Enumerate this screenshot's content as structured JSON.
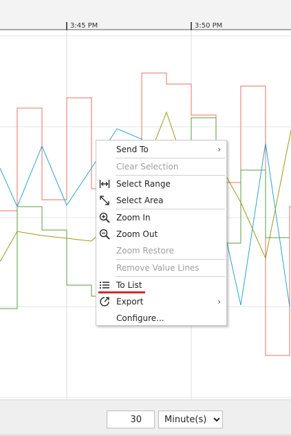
{
  "time_axis": {
    "labels": [
      "3:45 PM",
      "3:50 PM"
    ]
  },
  "period": {
    "value": "30",
    "unit": "Minute(s)",
    "unit_options": [
      "Minute(s)"
    ]
  },
  "context_menu": {
    "items": [
      {
        "label": "Send To",
        "disabled": false,
        "submenu": true,
        "icon": ""
      },
      {
        "label": "Clear Selection",
        "disabled": true,
        "submenu": false,
        "icon": ""
      },
      {
        "label": "Select Range",
        "disabled": false,
        "submenu": false,
        "icon": "select-range-icon"
      },
      {
        "label": "Select Area",
        "disabled": false,
        "submenu": false,
        "icon": "select-area-icon"
      },
      {
        "label": "Zoom In",
        "disabled": false,
        "submenu": false,
        "icon": "zoom-in-icon"
      },
      {
        "label": "Zoom Out",
        "disabled": false,
        "submenu": false,
        "icon": "zoom-out-icon"
      },
      {
        "label": "Zoom Restore",
        "disabled": true,
        "submenu": false,
        "icon": ""
      },
      {
        "label": "Remove Value Lines",
        "disabled": true,
        "submenu": false,
        "icon": ""
      },
      {
        "label": "To List",
        "disabled": false,
        "submenu": false,
        "icon": "list-icon",
        "active": true
      },
      {
        "label": "Export",
        "disabled": false,
        "submenu": true,
        "icon": "export-icon"
      },
      {
        "label": "Configure...",
        "disabled": false,
        "submenu": false,
        "icon": ""
      }
    ],
    "submenu_arrow": "›"
  },
  "colors": {
    "series_red": "#e8705e",
    "series_green": "#5a9e3c",
    "series_blue": "#2aa3d8",
    "series_olive": "#9a9a1a",
    "grid": "#dcdcdc",
    "active_underline": "#d62828"
  }
}
